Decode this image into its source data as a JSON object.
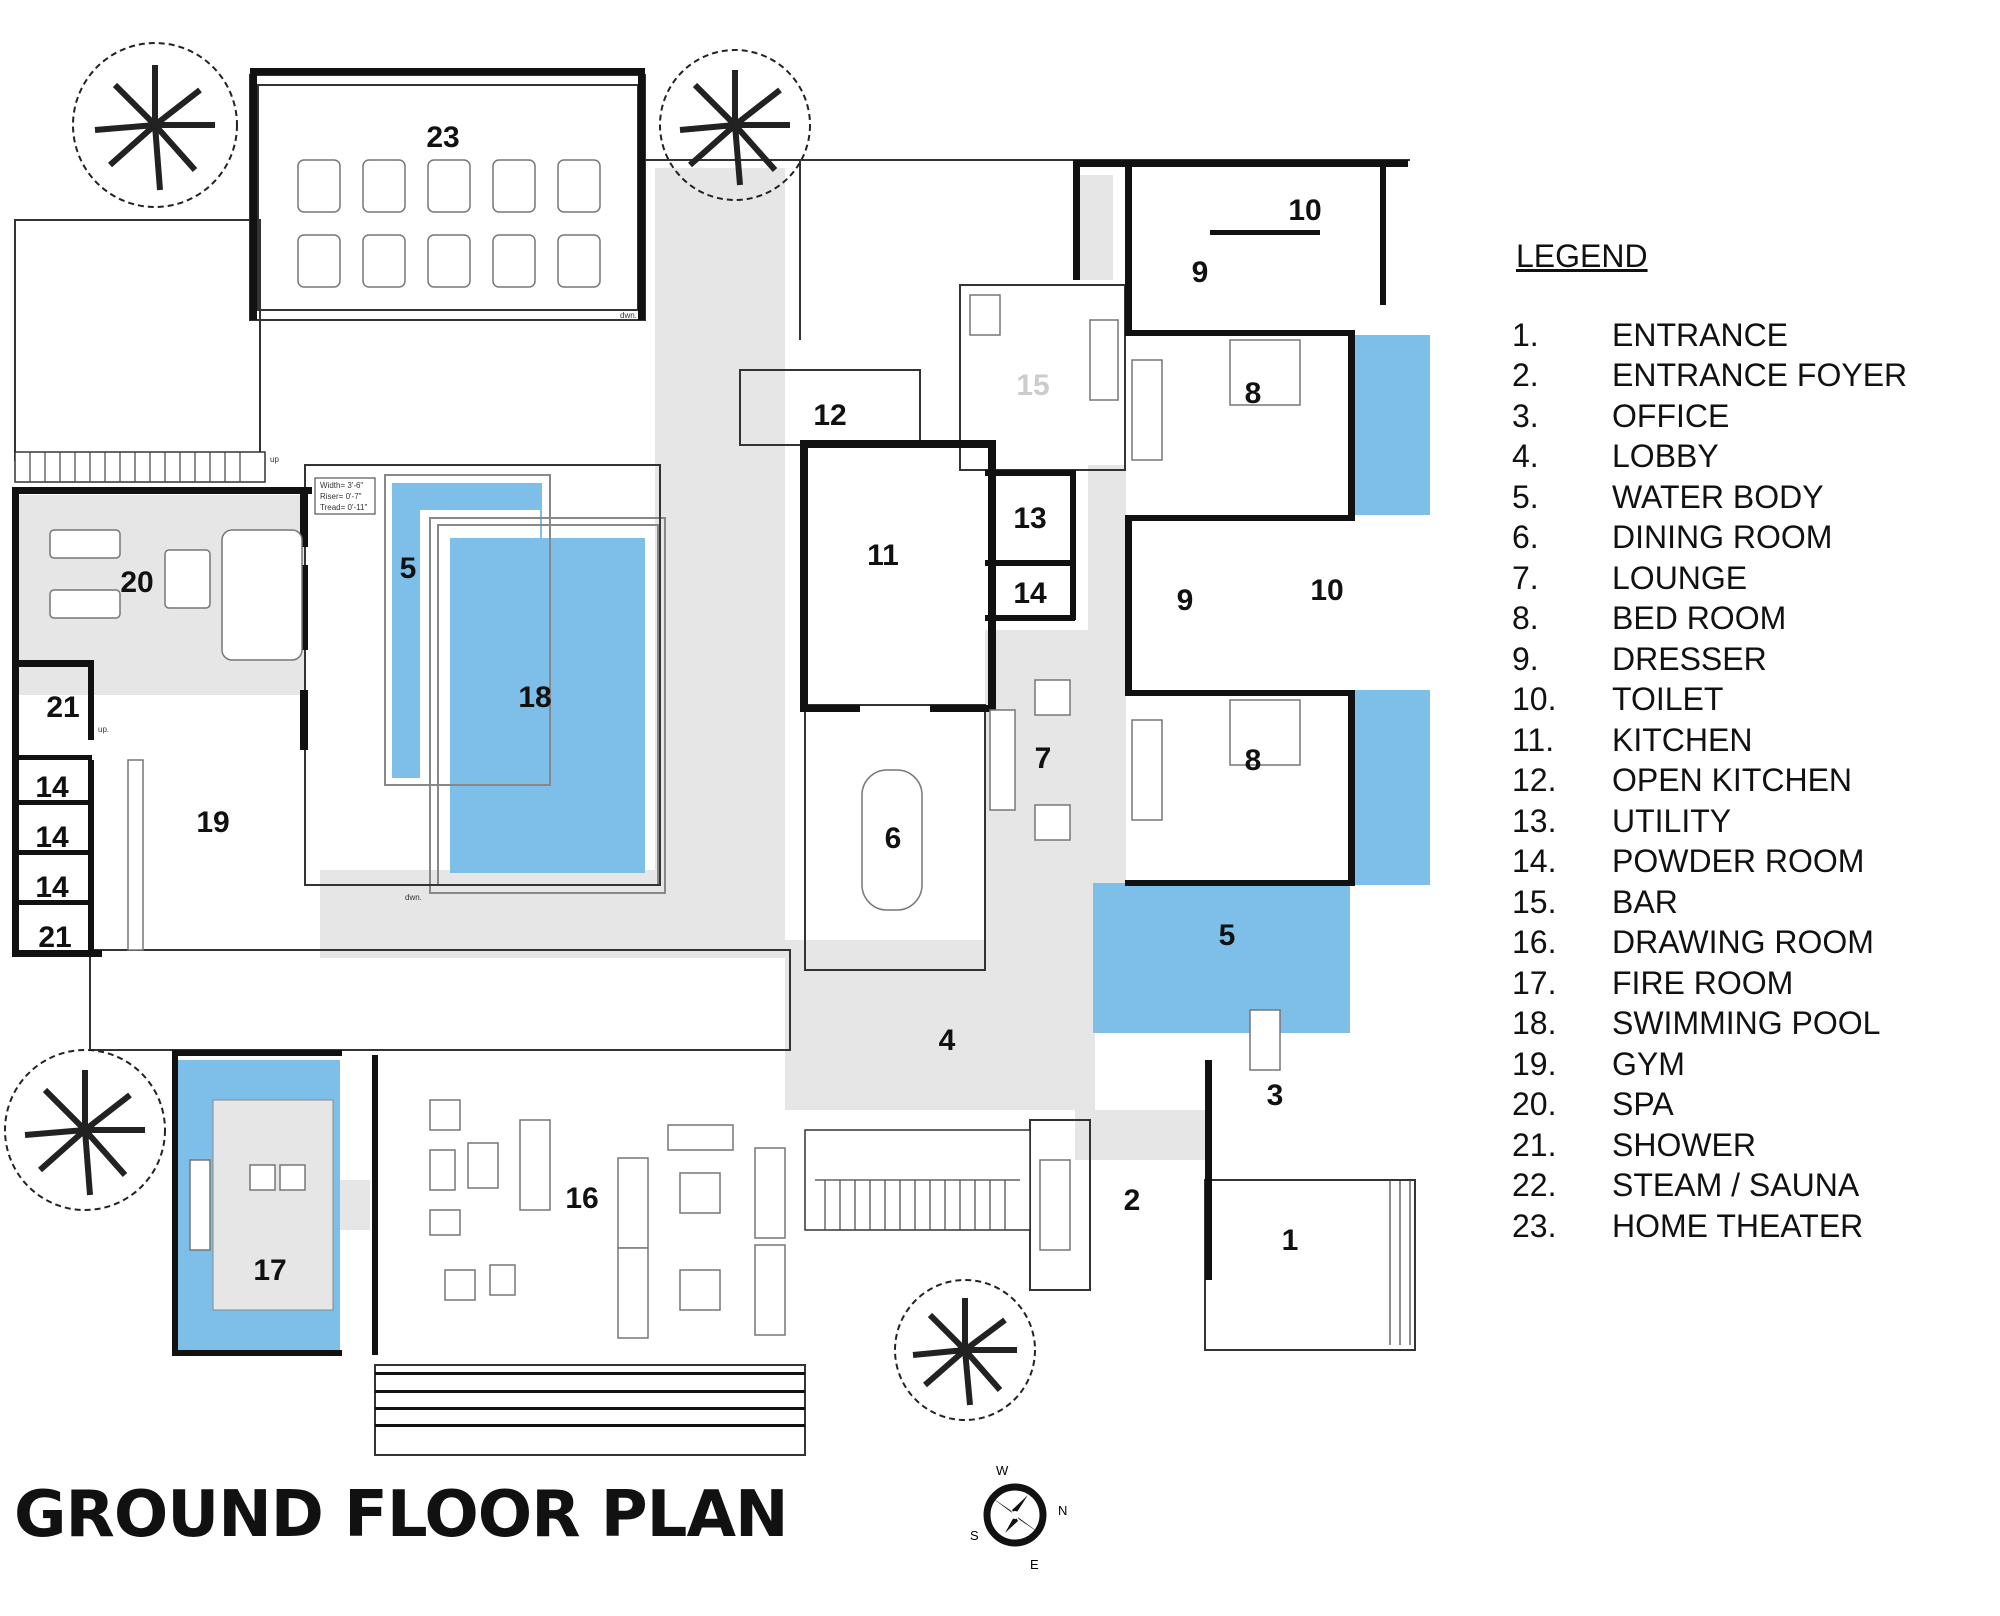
{
  "plan_title": "GROUND FLOOR PLAN",
  "legend": {
    "title": "LEGEND",
    "items": [
      {
        "num": "1.",
        "label": "ENTRANCE"
      },
      {
        "num": "2.",
        "label": "ENTRANCE FOYER"
      },
      {
        "num": "3.",
        "label": "OFFICE"
      },
      {
        "num": "4.",
        "label": "LOBBY"
      },
      {
        "num": "5.",
        "label": "WATER BODY"
      },
      {
        "num": "6.",
        "label": "DINING ROOM"
      },
      {
        "num": "7.",
        "label": "LOUNGE"
      },
      {
        "num": "8.",
        "label": "BED ROOM"
      },
      {
        "num": "9.",
        "label": "DRESSER"
      },
      {
        "num": "10.",
        "label": "TOILET"
      },
      {
        "num": "11.",
        "label": "KITCHEN"
      },
      {
        "num": "12.",
        "label": "OPEN KITCHEN"
      },
      {
        "num": "13.",
        "label": "UTILITY"
      },
      {
        "num": "14.",
        "label": "POWDER ROOM"
      },
      {
        "num": "15.",
        "label": "BAR"
      },
      {
        "num": "16.",
        "label": "DRAWING ROOM"
      },
      {
        "num": "17.",
        "label": "FIRE ROOM"
      },
      {
        "num": "18.",
        "label": "SWIMMING POOL"
      },
      {
        "num": "19.",
        "label": "GYM"
      },
      {
        "num": "20.",
        "label": "SPA"
      },
      {
        "num": "21.",
        "label": "SHOWER"
      },
      {
        "num": "22.",
        "label": "STEAM / SAUNA"
      },
      {
        "num": "23.",
        "label": "HOME THEATER"
      }
    ]
  },
  "room_labels": {
    "entrance": "1",
    "foyer": "2",
    "office": "3",
    "lobby": "4",
    "water_body_pool": "5",
    "water_body_east": "5",
    "dining": "6",
    "lounge": "7",
    "bed_a": "8",
    "bed_b": "8",
    "dresser_a": "9",
    "dresser_b": "9",
    "toilet_a": "10",
    "toilet_b": "10",
    "kitchen": "11",
    "open_kitchen": "12",
    "utility": "13",
    "powder_a": "14",
    "powder_b": "14",
    "powder_c": "14",
    "powder_d": "14",
    "bar": "15",
    "drawing": "16",
    "fire_room": "17",
    "pool": "18",
    "gym": "19",
    "spa": "20",
    "shower_a": "21",
    "shower_b": "21",
    "theater": "23"
  },
  "stair_note": {
    "width": "Width= 3'-6\"",
    "riser": "Riser= 0'-7\"",
    "tread": "Tread= 0'-11\""
  },
  "annotations": {
    "down_a": "dwn.",
    "down_b": "dwn.",
    "up": "up",
    "up_b": "up."
  },
  "compass": {
    "w": "W",
    "n": "N",
    "s": "S",
    "e": "E"
  },
  "colors": {
    "water": "#7dbfe8",
    "grey_floor": "#e6e6e6",
    "wall": "#111111"
  }
}
